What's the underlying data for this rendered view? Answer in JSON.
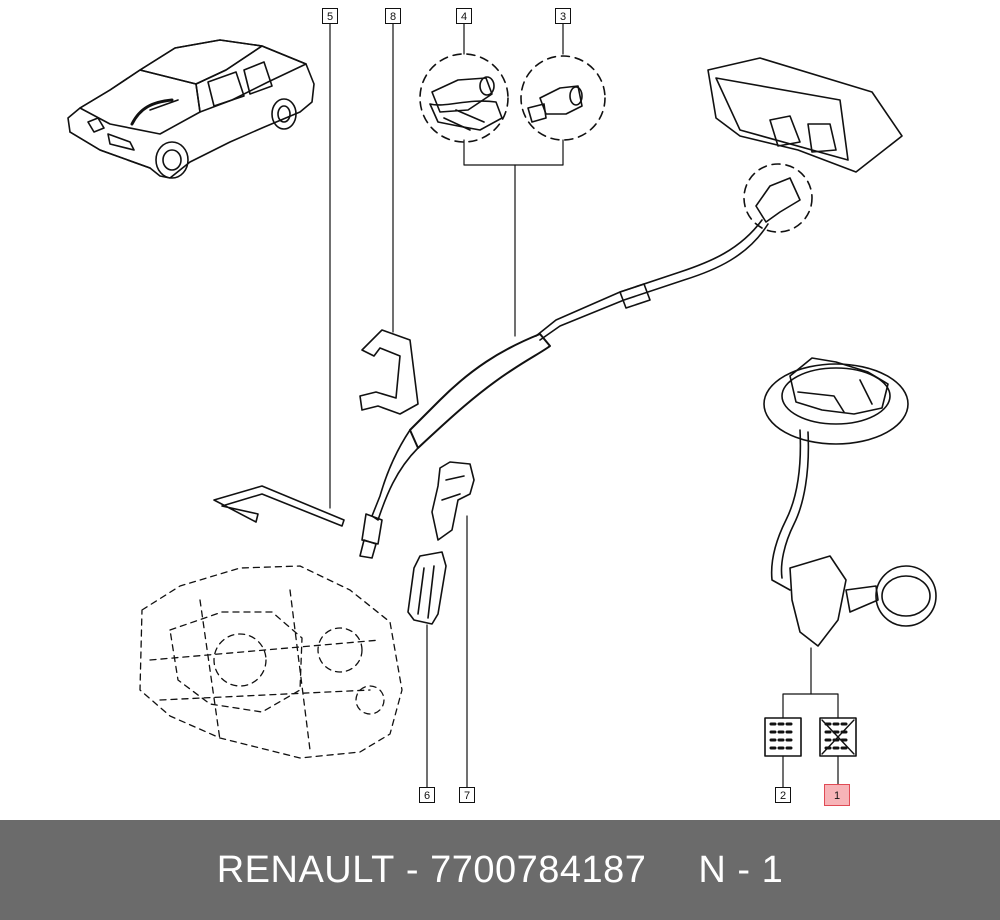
{
  "callouts": {
    "c1": "1",
    "c2": "2",
    "c3": "3",
    "c4": "4",
    "c5": "5",
    "c6": "6",
    "c7": "7",
    "c8": "8"
  },
  "highlight_color": "#f7b4b8",
  "footer": {
    "brand": "RENAULT",
    "separator": " - ",
    "part_number": "7700784187",
    "position": "N - 1",
    "background": "#6b6b6b"
  }
}
